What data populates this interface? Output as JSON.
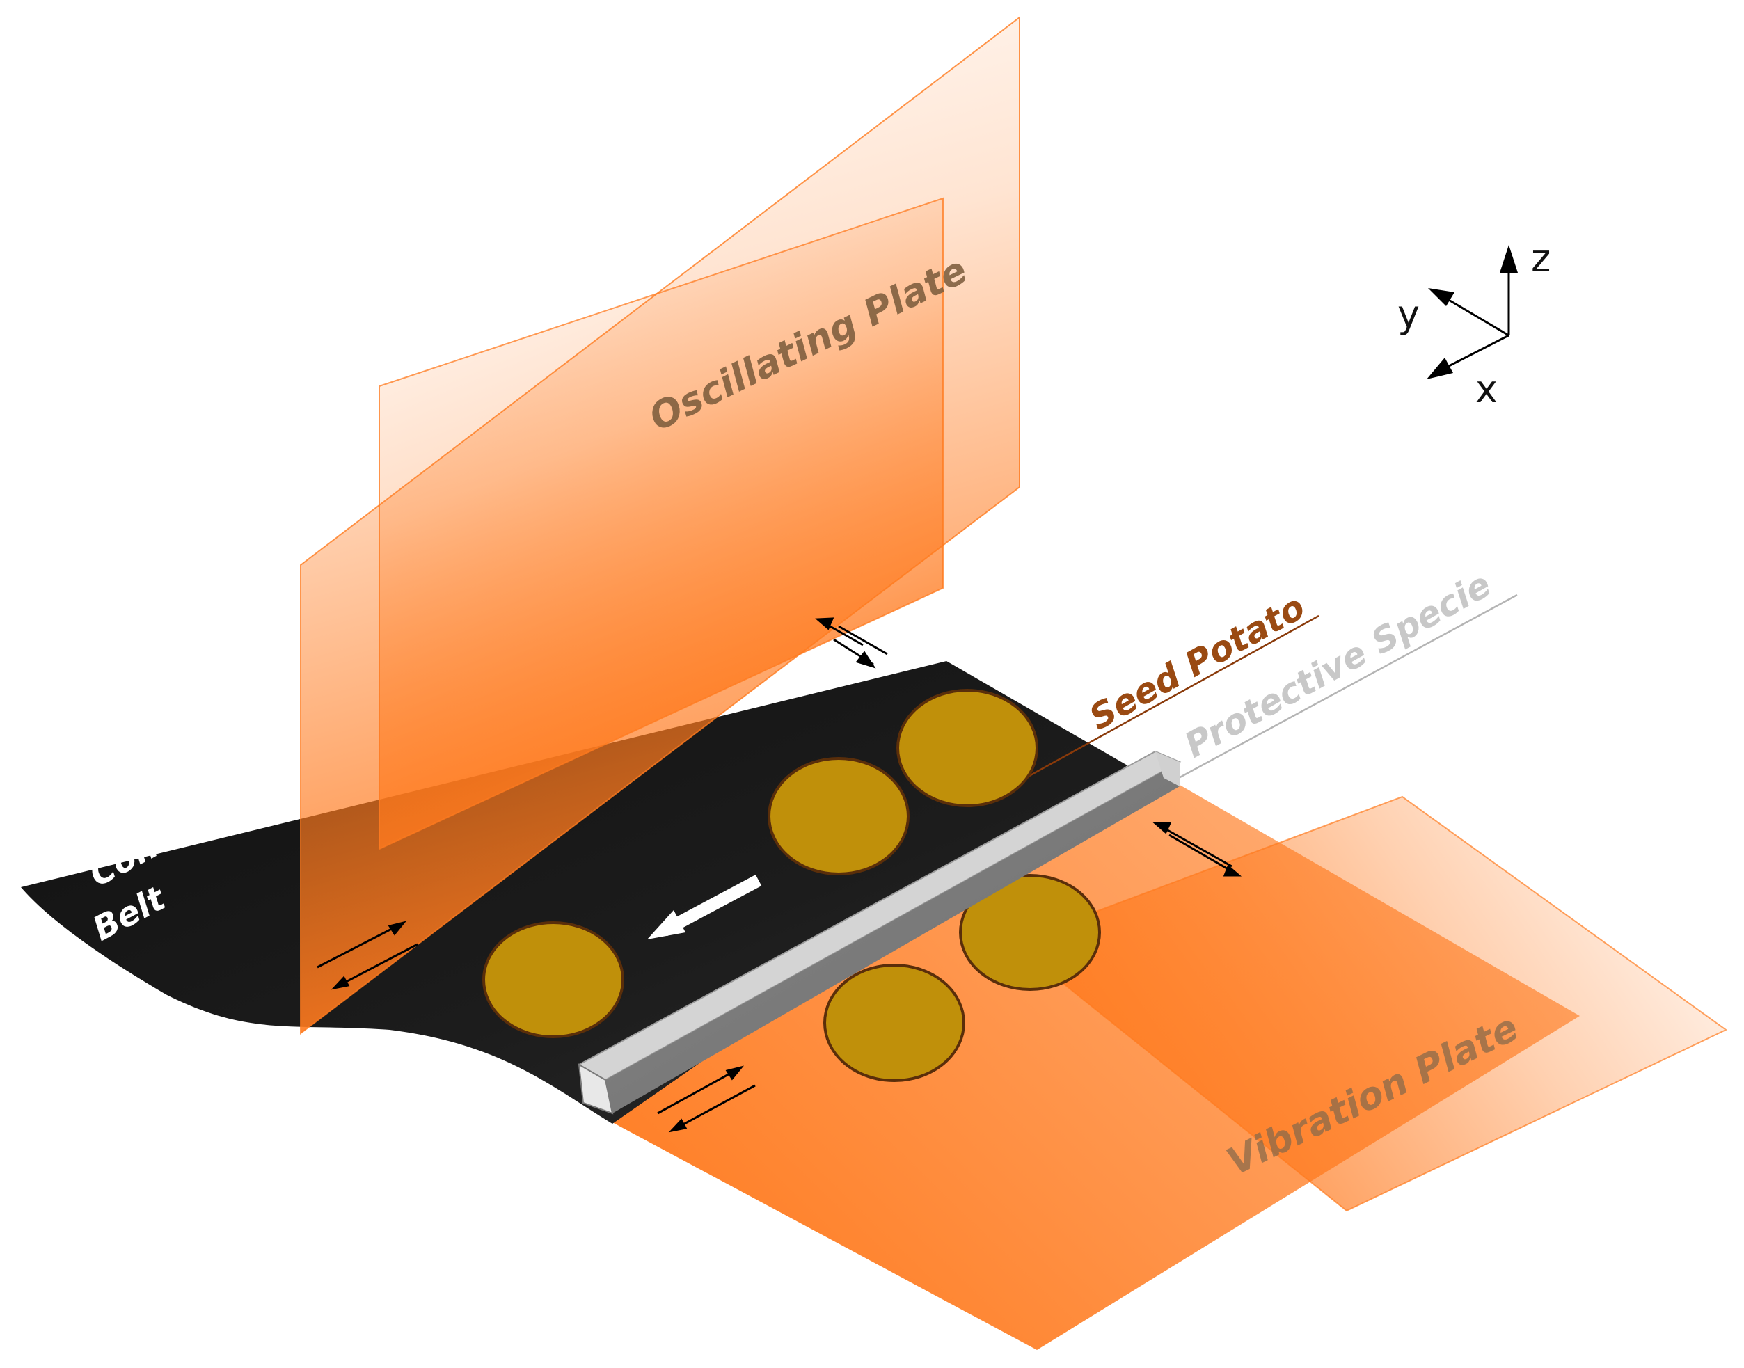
{
  "labels": {
    "oscillating_plate": "Oscillating Plate",
    "conveyor_line1": "Conveyor",
    "conveyor_line2": "Belt",
    "seed_potato": "Seed Potato",
    "protective_specie": "Protective Specie",
    "vibration_plate": "Vibration Plate"
  },
  "axes": {
    "x": "x",
    "y": "y",
    "z": "z"
  },
  "colors": {
    "plate_orange": "#ff7a1e",
    "belt": "#151515",
    "potato": "#c0900a",
    "potato_outline": "#5a2e0a",
    "rail": "#b5b5b5"
  }
}
